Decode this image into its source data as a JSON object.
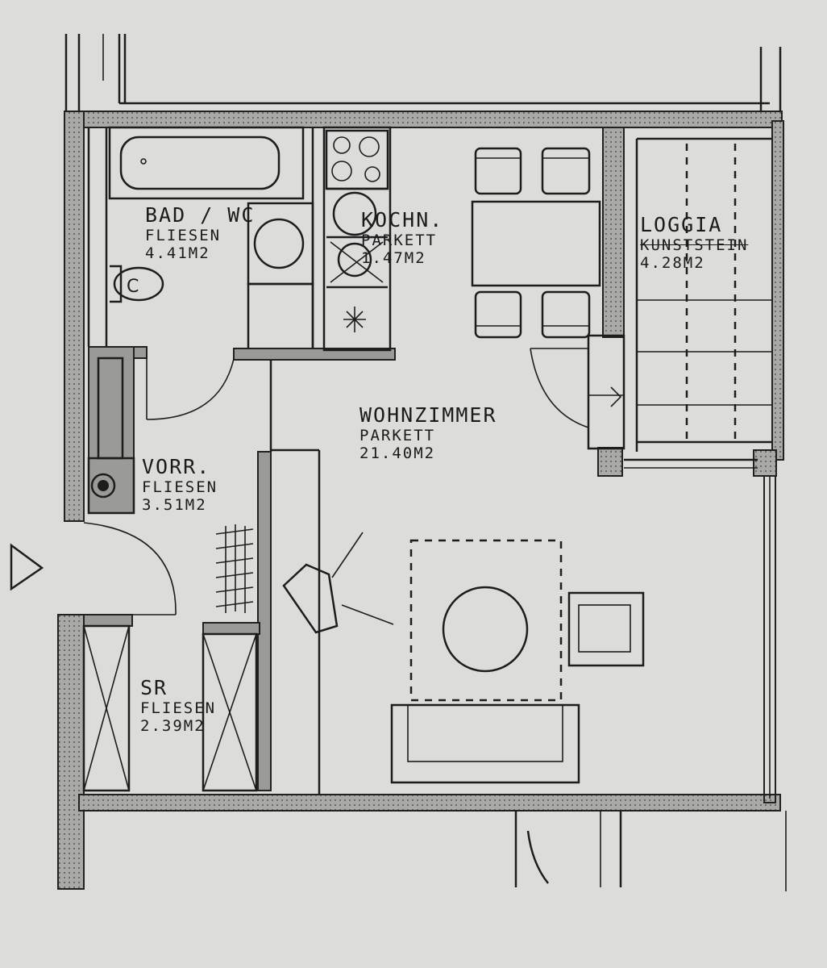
{
  "rooms": {
    "bad": {
      "name": "BAD / WC",
      "floor": "FLIESEN",
      "area": "4.41M2"
    },
    "kochn": {
      "name": "KOCHN.",
      "floor": "PARKETT",
      "area": "1.47M2"
    },
    "loggia": {
      "name": "LOGGIA",
      "floor": "KUNSTSTEIN",
      "area": "4.28M2"
    },
    "wohnzimmer": {
      "name": "WOHNZIMMER",
      "floor": "PARKETT",
      "area": "21.40M2"
    },
    "vorr": {
      "name": "VORR.",
      "floor": "FLIESEN",
      "area": "3.51M2"
    },
    "sr": {
      "name": "SR",
      "floor": "FLIESEN",
      "area": "2.39M2"
    }
  },
  "colors": {
    "background": "#dcdcda",
    "wall_fill": "#9a9a96",
    "ink": "#1d1d1d"
  },
  "icons": {
    "entrance": "entrance-triangle-icon"
  }
}
